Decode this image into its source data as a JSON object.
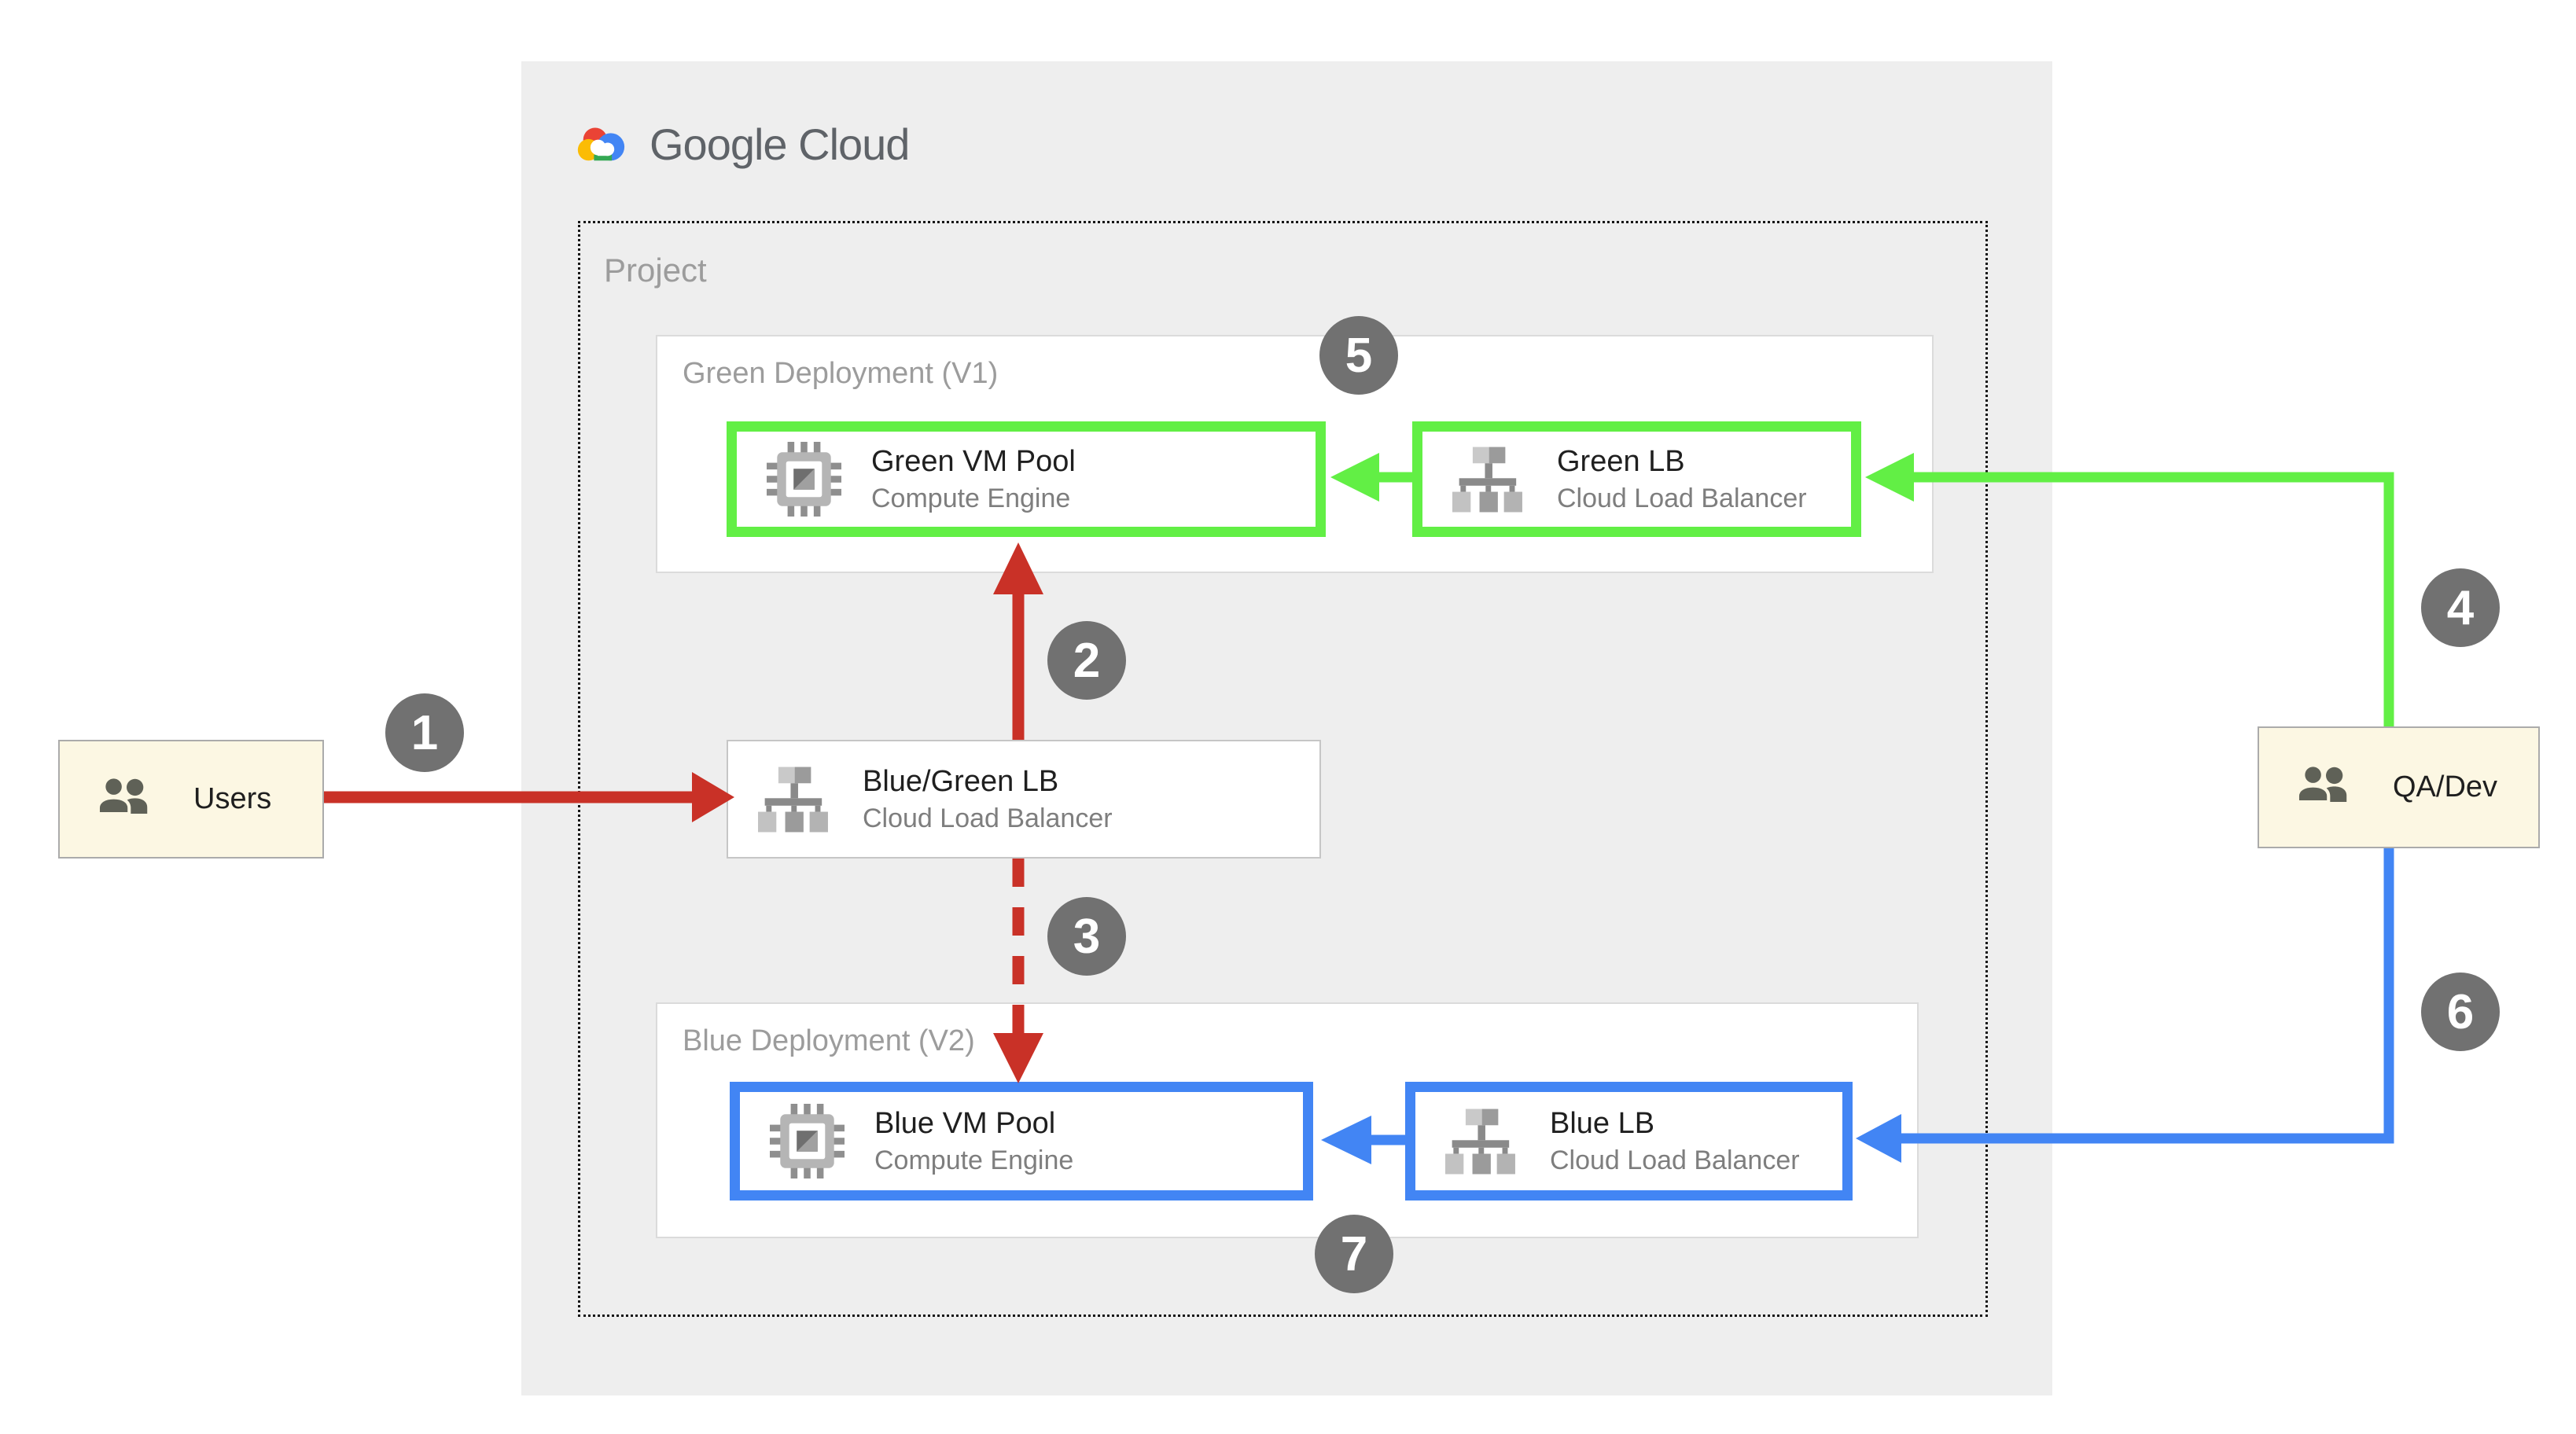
{
  "brand": {
    "name": "Google Cloud"
  },
  "project": {
    "label": "Project"
  },
  "groups": {
    "green": {
      "label": "Green Deployment (V1)"
    },
    "blue": {
      "label": "Blue Deployment (V2)"
    }
  },
  "nodes": {
    "green_vm": {
      "title": "Green VM Pool",
      "subtitle": "Compute Engine",
      "accent": "#62ef45"
    },
    "green_lb": {
      "title": "Green LB",
      "subtitle": "Cloud Load Balancer",
      "accent": "#62ef45"
    },
    "bluegreen_lb": {
      "title": "Blue/Green LB",
      "subtitle": "Cloud Load Balancer",
      "accent": "none"
    },
    "blue_vm": {
      "title": "Blue VM Pool",
      "subtitle": "Compute Engine",
      "accent": "#4285f4"
    },
    "blue_lb": {
      "title": "Blue LB",
      "subtitle": "Cloud Load Balancer",
      "accent": "#4285f4"
    }
  },
  "actors": {
    "users": {
      "label": "Users"
    },
    "qa_dev": {
      "label": "QA/Dev"
    }
  },
  "steps": [
    "1",
    "2",
    "3",
    "4",
    "5",
    "6",
    "7"
  ],
  "edges": [
    {
      "step": "1",
      "from": "Users",
      "to": "Blue/Green LB",
      "color": "#c93127",
      "style": "solid"
    },
    {
      "step": "2",
      "from": "Blue/Green LB",
      "to": "Green VM Pool",
      "color": "#c93127",
      "style": "solid"
    },
    {
      "step": "3",
      "from": "Blue/Green LB",
      "to": "Blue VM Pool",
      "color": "#c93127",
      "style": "dashed"
    },
    {
      "step": "4",
      "from": "QA/Dev",
      "to": "Green LB",
      "color": "#62ef45",
      "style": "solid"
    },
    {
      "step": "5",
      "marker_on": "Green Deployment (V1)"
    },
    {
      "step": "6",
      "from": "QA/Dev",
      "to": "Blue LB",
      "color": "#4285f4",
      "style": "solid"
    },
    {
      "step": "7",
      "marker_on": "Blue Deployment (V2)"
    },
    {
      "from": "Green LB",
      "to": "Green VM Pool",
      "color": "#62ef45",
      "style": "solid"
    },
    {
      "from": "Blue LB",
      "to": "Blue VM Pool",
      "color": "#4285f4",
      "style": "solid"
    }
  ],
  "colors": {
    "red": "#c93127",
    "green": "#62ef45",
    "blue": "#4285f4",
    "panel": "#eeeeee",
    "cream": "#fcf7e3",
    "step_circle": "#717171",
    "logo_text": "#5f6368"
  }
}
